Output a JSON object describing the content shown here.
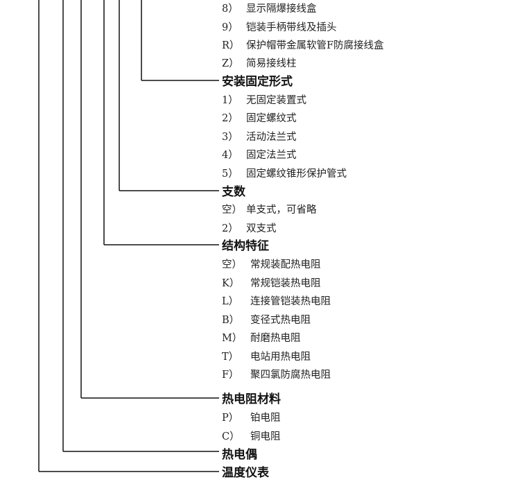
{
  "sections": [
    {
      "id": "terminal",
      "heading": "",
      "items": [
        {
          "code": "8）",
          "label": "显示隔爆接线盒"
        },
        {
          "code": "9）",
          "label": "铠装手柄带线及插头"
        },
        {
          "code": "R）",
          "label": "保护帽带金属软管F防腐接线盒"
        },
        {
          "code": "Z）",
          "label": "简易接线柱"
        }
      ]
    },
    {
      "id": "mounting",
      "heading": "安装固定形式",
      "items": [
        {
          "code": "1）",
          "label": "无固定装置式"
        },
        {
          "code": "2）",
          "label": "固定螺纹式"
        },
        {
          "code": "3）",
          "label": "活动法兰式"
        },
        {
          "code": "4）",
          "label": "固定法兰式"
        },
        {
          "code": "5）",
          "label": "固定螺纹锥形保护管式"
        }
      ]
    },
    {
      "id": "branches",
      "heading": "支数",
      "items": [
        {
          "code": "空）",
          "label": "单支式，可省略"
        },
        {
          "code": "2）",
          "label": "双支式"
        }
      ]
    },
    {
      "id": "structure",
      "heading": "结构特征",
      "items": [
        {
          "code": "空）",
          "label": "常规装配热电阻"
        },
        {
          "code": "K）",
          "label": "常规铠装热电阻"
        },
        {
          "code": "L）",
          "label": "连接管铠装热电阻"
        },
        {
          "code": "B）",
          "label": "变径式热电阻"
        },
        {
          "code": "M）",
          "label": "耐磨热电阻"
        },
        {
          "code": "T）",
          "label": "电站用热电阻"
        },
        {
          "code": "F）",
          "label": "聚四氯防腐热电阻"
        }
      ]
    },
    {
      "id": "material",
      "heading": "热电阻材料",
      "items": [
        {
          "code": "P）",
          "label": "铂电阻"
        },
        {
          "code": "C）",
          "label": "铜电阻"
        }
      ]
    },
    {
      "id": "thermocouple",
      "heading": "热电偶",
      "items": []
    },
    {
      "id": "instrument",
      "heading": "温度仪表",
      "items": []
    }
  ],
  "line_color": "#111111"
}
